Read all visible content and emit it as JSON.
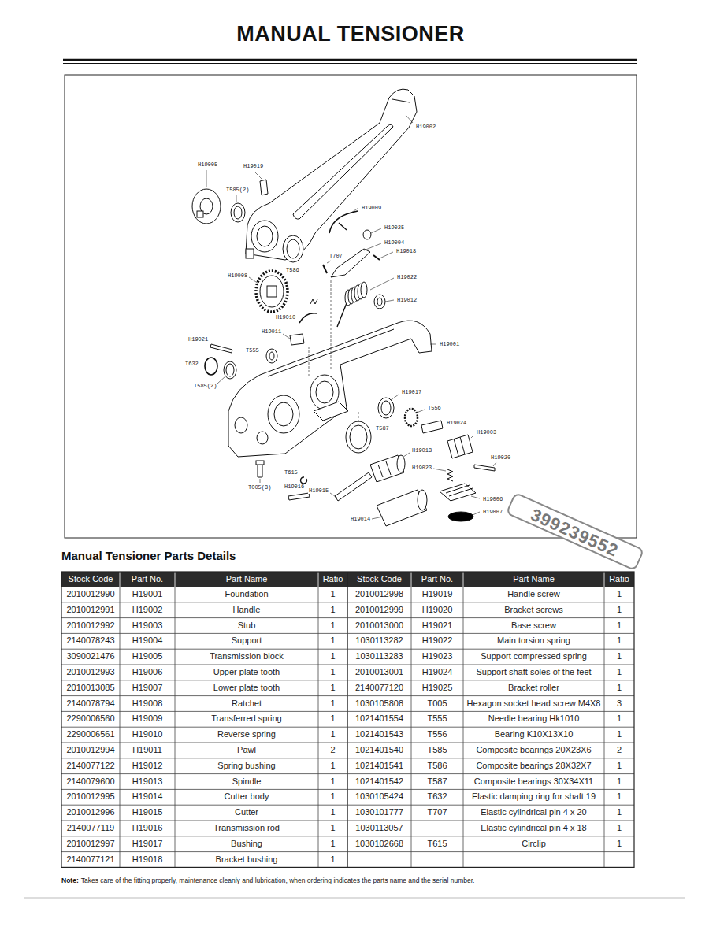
{
  "diagram": {
    "title": "MANUAL TENSIONER",
    "labels": [
      "H19002",
      "H19005",
      "H19019",
      "T585(2)",
      "H19009",
      "H19025",
      "H19004",
      "H19018",
      "T707",
      "H19008",
      "T586",
      "H19022",
      "H19012",
      "H19010",
      "H19011",
      "H19021",
      "T555",
      "H19001",
      "T632",
      "T585(2)",
      "H19017",
      "T556",
      "H19024",
      "T587",
      "H19003",
      "H19013",
      "H19020",
      "H19023",
      "T615",
      "T005(3)",
      "H19016",
      "H19015",
      "H19006",
      "H19007",
      "H19014",
      "399239552",
      "Manual Tensioner Parts Details",
      "Stock Code",
      "Part No.",
      "Part Name",
      "Ratio",
      "Stock Code",
      "Part No.",
      "Part Name",
      "Ratio",
      "2010012990",
      "H19001",
      "Foundation",
      "1",
      "2010012991",
      "H19002",
      "Handle",
      "1",
      "2010012992",
      "H19003",
      "Stub",
      "1",
      "2140078243",
      "H19004",
      "Support",
      "1",
      "3090021476",
      "H19005",
      "Transmission block",
      "1",
      "2010012993",
      "H19006",
      "Upper plate tooth",
      "1",
      "2010013085",
      "H19007",
      "Lower plate tooth",
      "1",
      "2140078794",
      "H19008",
      "Ratchet",
      "1",
      "2290006560",
      "H19009",
      "Transferred spring",
      "1",
      "2290006561",
      "H19010",
      "Reverse spring",
      "1",
      "2010012994",
      "H19011",
      "Pawl",
      "2",
      "2140077122",
      "H19012",
      "Spring bushing",
      "1",
      "2140079600",
      "H19013",
      "Spindle",
      "1",
      "2010012995",
      "H19014",
      "Cutter body",
      "1",
      "2010012996",
      "H19015",
      "Cutter",
      "1",
      "2140077119",
      "H19016",
      "Transmission rod",
      "1",
      "2010012997",
      "H19017",
      "Bushing",
      "1",
      "2140077121",
      "H19018",
      "Bracket bushing",
      "1",
      "2010012998",
      "H19019",
      "Handle screw",
      "1",
      "2010012999",
      "H19020",
      "Bracket screws",
      "1",
      "2010013000",
      "H19021",
      "Base screw",
      "1",
      "1030113282",
      "H19022",
      "Main torsion spring",
      "1",
      "1030113283",
      "H19023",
      "Support compressed spring",
      "1",
      "2010013001",
      "H19024",
      "Support shaft soles of the feet",
      "1",
      "2140077120",
      "H19025",
      "Bracket roller",
      "1",
      "1030105808",
      "T005",
      "Hexagon socket head screw M4X8",
      "3",
      "1021401554",
      "T555",
      "Needle bearing Hk1010",
      "1",
      "1021401543",
      "T556",
      "Bearing K10X13X10",
      "1",
      "1021401540",
      "T585",
      "Composite bearings 20X23X6",
      "2",
      "1021401541",
      "T586",
      "Composite bearings 28X32X7",
      "1",
      "1021401542",
      "T587",
      "Composite bearings 30X34X11",
      "1",
      "1030105424",
      "T632",
      "Elastic damping ring for shaft 19",
      "1",
      "1030101777",
      "T707",
      "Elastic cylindrical pin 4 x 20",
      "1",
      "1030113057",
      "Elastic cylindrical pin 4 x 18",
      "1",
      "1030102668",
      "T615",
      "Circlip",
      "1",
      "Note:",
      "Takes care of the fitting properly, maintenance cleanly and lubrication, when ordering indicates the parts name and the serial number."
    ]
  }
}
